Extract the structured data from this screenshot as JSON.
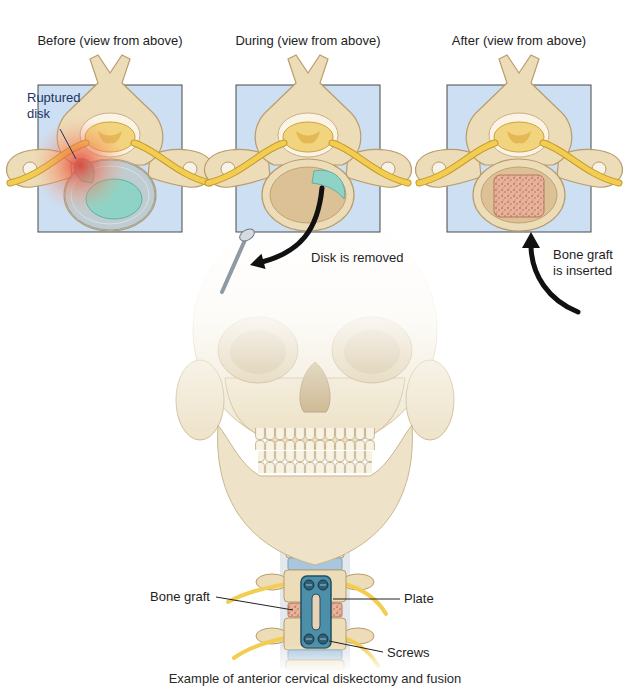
{
  "diagram": {
    "caption": "Example of anterior cervical diskectomy and fusion",
    "nodes": [
      {
        "text": [
          "Before (view from above)"
        ]
      },
      {
        "text": [
          "During (view from above)"
        ]
      },
      {
        "text": [
          "After (view from above)"
        ]
      }
    ],
    "labels": [
      "Ruptured disk",
      "Disk is removed",
      "Bone graft is inserted",
      "Bone graft",
      "Plate",
      "Screws"
    ]
  }
}
